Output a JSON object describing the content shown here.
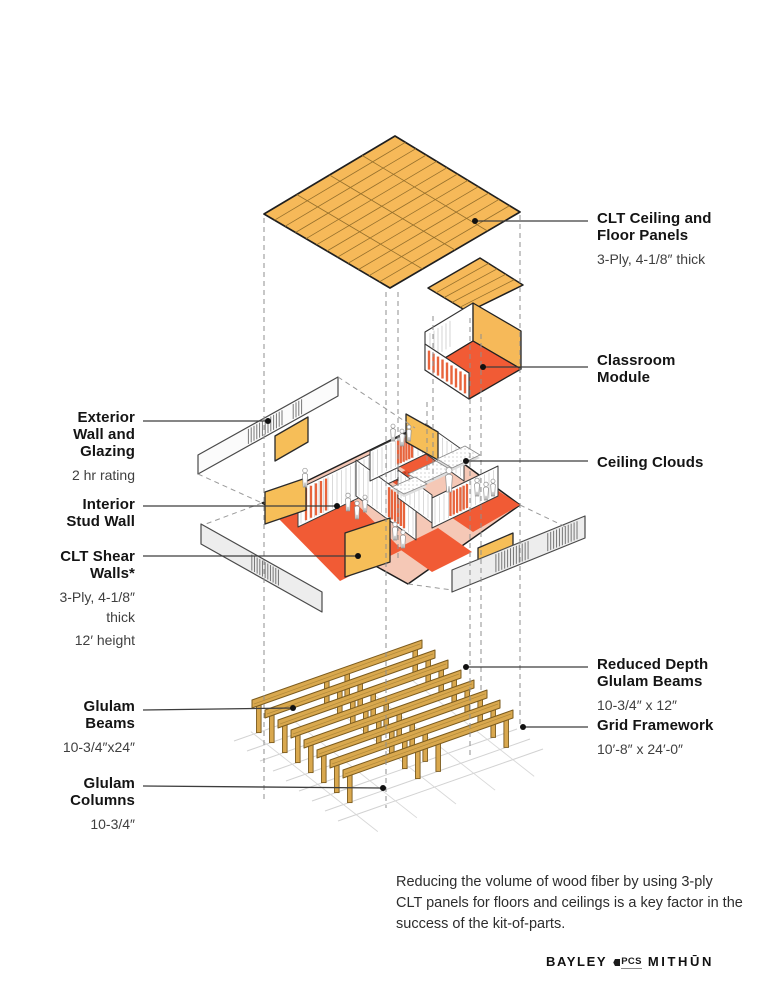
{
  "title": "CLT kit-of-parts exploded axonometric diagram",
  "colors": {
    "panel_orange": "#F6B959",
    "floor_red": "#F15B35",
    "floor_pink": "#F5C8B6",
    "window_orange": "#E8643C",
    "glulam_tan": "#D9A84E",
    "exterior_wall_gray": "#EFEFEF",
    "outline_dark": "#1F1F1F",
    "leader_line": "#3D3D3D"
  },
  "callouts_right": [
    {
      "title": "CLT Ceiling and\nFloor Panels",
      "sub": "3-Ply, 4-1/8″ thick"
    },
    {
      "title": "Classroom\nModule",
      "sub": ""
    },
    {
      "title": "Ceiling Clouds",
      "sub": ""
    },
    {
      "title": "Reduced Depth\nGlulam Beams",
      "sub": "10-3/4″ x 12″"
    },
    {
      "title": "Grid Framework",
      "sub": "10′-8″ x 24′-0″"
    }
  ],
  "callouts_left": [
    {
      "title": "Exterior\nWall and\nGlazing",
      "sub": "2 hr rating"
    },
    {
      "title": "Interior\nStud Wall",
      "sub": ""
    },
    {
      "title": "CLT Shear\nWalls*",
      "sub": "3-Ply, 4-1/8″\nthick",
      "sub2": "12′ height"
    },
    {
      "title": "Glulam\nBeams",
      "sub": "10-3/4″x24″"
    },
    {
      "title": "Glulam\nColumns",
      "sub": "10-3/4″"
    }
  ],
  "note": {
    "text": "Reducing the volume of wood fiber by using 3-ply\nCLT panels for floors and ceilings is a key factor in the\nsuccess of the kit-of-parts."
  },
  "logos": {
    "bayley": "BAYLEY",
    "pcs": "PCS",
    "mithun": "MITHŪN"
  }
}
